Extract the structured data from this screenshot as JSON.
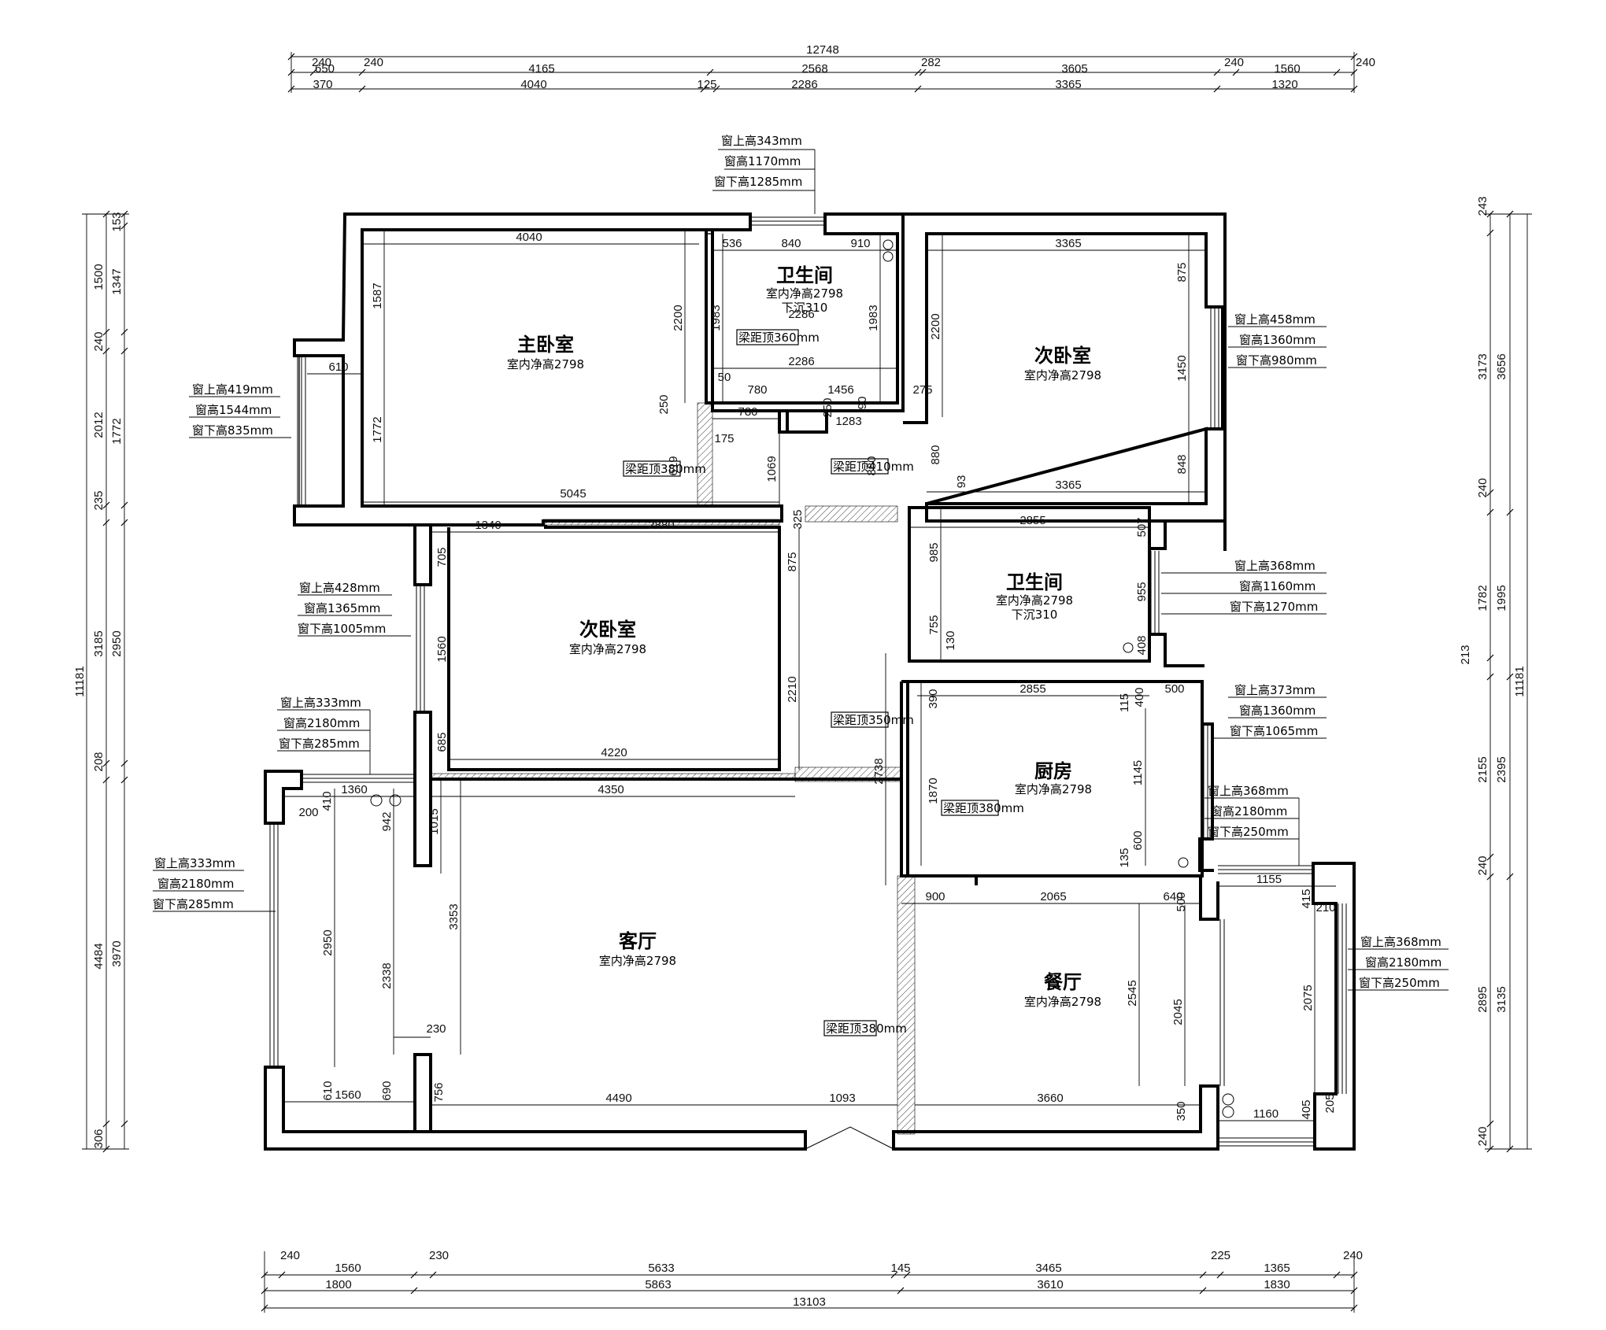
{
  "rooms": {
    "master_bedroom": {
      "name": "主卧室",
      "height": "室内净高2798"
    },
    "bathroom_1": {
      "name": "卫生间",
      "height": "室内净高2798",
      "drop": "下沉310"
    },
    "bedroom_ne": {
      "name": "次卧室",
      "height": "室内净高2798"
    },
    "bedroom_mid": {
      "name": "次卧室",
      "height": "室内净高2798"
    },
    "bathroom_2": {
      "name": "卫生间",
      "height": "室内净高2798",
      "drop": "下沉310"
    },
    "kitchen": {
      "name": "厨房",
      "height": "室内净高2798"
    },
    "living_room": {
      "name": "客厅",
      "height": "室内净高2798"
    },
    "dining_room": {
      "name": "餐厅",
      "height": "室内净高2798"
    }
  },
  "beam_notes": [
    "梁距顶360mm",
    "梁距顶380mm",
    "梁距顶410mm",
    "梁距顶350mm",
    "梁距顶380mm",
    "梁距顶380mm"
  ],
  "window_notes": [
    [
      "窗上高343mm",
      "窗高1170mm",
      "窗下高1285mm"
    ],
    [
      "窗上高419mm",
      "窗高1544mm",
      "窗下高835mm"
    ],
    [
      "窗上高458mm",
      "窗高1360mm",
      "窗下高980mm"
    ],
    [
      "窗上高428mm",
      "窗高1365mm",
      "窗下高1005mm"
    ],
    [
      "窗上高368mm",
      "窗高1160mm",
      "窗下高1270mm"
    ],
    [
      "窗上高333mm",
      "窗高2180mm",
      "窗下高285mm"
    ],
    [
      "窗上高373mm",
      "窗高1360mm",
      "窗下高1065mm"
    ],
    [
      "窗上高368mm",
      "窗高2180mm",
      "窗下高250mm"
    ],
    [
      "窗上高333mm",
      "窗高2180mm",
      "窗下高285mm"
    ],
    [
      "窗上高368mm",
      "窗高2180mm",
      "窗下高250mm"
    ]
  ],
  "dims": {
    "top_overall": "12748",
    "top_row1": [
      "240",
      "240",
      "4165",
      "2568",
      "282",
      "3605",
      "240",
      "1560",
      "240"
    ],
    "top_row1_small": "650",
    "top_row2": [
      "370",
      "4040",
      "125",
      "2286",
      "3365",
      "1320"
    ],
    "bottom_row1": [
      "240",
      "230",
      "225",
      "240"
    ],
    "bottom_row2": [
      "1560",
      "5633",
      "145",
      "3465",
      "1365"
    ],
    "bottom_row3": [
      "1800",
      "5863",
      "3610",
      "1830"
    ],
    "bottom_overall": "13103",
    "left_outer": [
      "11181",
      "3185",
      "4484",
      "306"
    ],
    "left_inner": [
      "153",
      "1347",
      "1500",
      "240",
      "2012",
      "1772",
      "235",
      "2950",
      "208",
      "3970"
    ],
    "right_outer": [
      "243",
      "3173",
      "3656",
      "240",
      "1782",
      "1995",
      "213",
      "11181",
      "2155",
      "2395",
      "240",
      "2895",
      "3135",
      "240"
    ],
    "interior": [
      "4040",
      "1587",
      "1772",
      "2200",
      "610",
      "5045",
      "250",
      "619",
      "536",
      "840",
      "910",
      "2286",
      "1983",
      "1983",
      "2286",
      "50",
      "780",
      "1456",
      "90",
      "780",
      "250",
      "1283",
      "175",
      "1069",
      "3365",
      "875",
      "2200",
      "1450",
      "880",
      "93",
      "3365",
      "848",
      "880",
      "275",
      "1340",
      "2880",
      "325",
      "705",
      "875",
      "1560",
      "685",
      "4220",
      "2210",
      "2738",
      "2855",
      "507",
      "985",
      "955",
      "755",
      "130",
      "408",
      "2855",
      "500",
      "390",
      "115",
      "400",
      "1145",
      "1870",
      "600",
      "135",
      "4350",
      "1360",
      "410",
      "200",
      "942",
      "1015",
      "3353",
      "2950",
      "2338",
      "230",
      "610",
      "1560",
      "690",
      "756",
      "4490",
      "1093",
      "900",
      "2065",
      "640",
      "500",
      "2545",
      "2045",
      "3660",
      "350",
      "1155",
      "415",
      "210",
      "2075",
      "405",
      "205",
      "1160"
    ]
  }
}
